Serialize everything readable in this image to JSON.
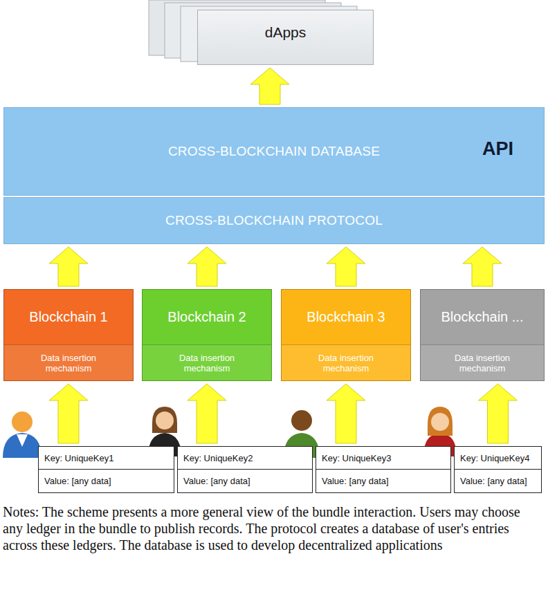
{
  "diagram": {
    "caption": "Notes: The scheme presents a more general view of the bundle interaction. Users may choose any ledger in the bundle to publish records. The protocol creates a database of user's entries across these ledgers. The database is used to develop decentralized applications",
    "nodes": [
      {
        "text": [
          "dApps"
        ]
      },
      {
        "text": [
          "CROSS-BLOCKCHAIN DATABASE",
          "API"
        ]
      },
      {
        "text": [
          "CROSS-BLOCKCHAIN PROTOCOL"
        ]
      },
      {
        "text": [
          "Blockchain 1",
          "Data insertion mechanism"
        ]
      },
      {
        "text": [
          "Blockchain 2",
          "Data insertion mechanism"
        ]
      },
      {
        "text": [
          "Blockchain 3",
          "Data insertion mechanism"
        ]
      },
      {
        "text": [
          "Blockchain ...",
          "Data insertion mechanism"
        ]
      },
      {
        "text": [
          "Key: UniqueKey1",
          "Value: [any data]"
        ]
      },
      {
        "text": [
          "Key: UniqueKey2",
          "Value: [any data]"
        ]
      },
      {
        "text": [
          "Key: UniqueKey3",
          "Value: [any data]"
        ]
      },
      {
        "text": [
          "Key: UniqueKey4",
          "Value: [any data]"
        ]
      }
    ],
    "edges": [
      {
        "from": 1,
        "to": 0,
        "arrow": "to"
      },
      {
        "from": 3,
        "to": 2,
        "arrow": "to"
      },
      {
        "from": 4,
        "to": 2,
        "arrow": "to"
      },
      {
        "from": 5,
        "to": 2,
        "arrow": "to"
      },
      {
        "from": 6,
        "to": 2,
        "arrow": "to"
      },
      {
        "from": 7,
        "to": 3,
        "arrow": "to"
      },
      {
        "from": 8,
        "to": 4,
        "arrow": "to"
      },
      {
        "from": 9,
        "to": 5,
        "arrow": "to"
      },
      {
        "from": 10,
        "to": 6,
        "arrow": "to"
      }
    ]
  }
}
